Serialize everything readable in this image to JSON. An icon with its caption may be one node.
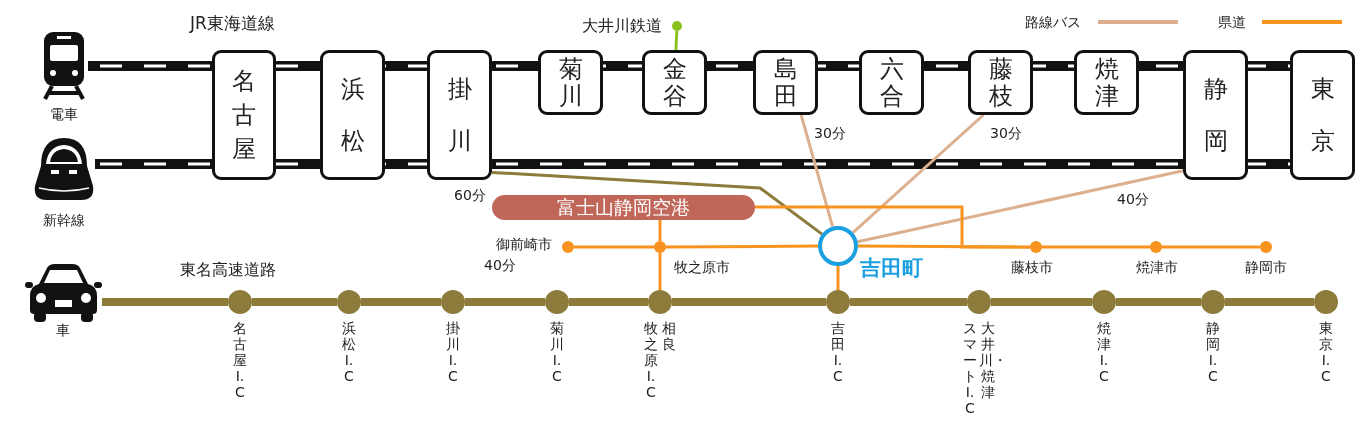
{
  "diagram": {
    "nodes": [
      {
        "text": [],
        "shape": "train",
        "beside": [
          "電車"
        ]
      },
      {
        "text": [],
        "shape": "circle",
        "beside": [
          "大井川鉄道"
        ]
      },
      {
        "text": [
          "名古屋"
        ]
      },
      {
        "text": [
          "浜松"
        ]
      },
      {
        "text": [
          "掛川"
        ]
      },
      {
        "text": [
          "菊川"
        ]
      },
      {
        "text": [
          "金谷"
        ]
      },
      {
        "text": [
          "島田"
        ]
      },
      {
        "text": [
          "六合"
        ]
      },
      {
        "text": [
          "藤枝"
        ]
      },
      {
        "text": [
          "焼津"
        ]
      },
      {
        "text": [
          "静岡"
        ]
      },
      {
        "text": [
          "東京"
        ]
      },
      {
        "text": [],
        "shape": "bullet-train",
        "beside": [
          "新幹線"
        ]
      },
      {
        "text": [
          "富士山静岡空港"
        ]
      },
      {
        "text": [],
        "shape": "circle",
        "beside": [
          "御前崎市",
          "40分"
        ]
      },
      {
        "text": [],
        "shape": "circle",
        "beside": [
          "牧之原市"
        ]
      },
      {
        "text": [],
        "shape": "circle",
        "beside": [
          "吉田町"
        ]
      },
      {
        "text": [],
        "shape": "circle",
        "beside": [
          "藤枝市"
        ]
      },
      {
        "text": [],
        "shape": "circle",
        "beside": [
          "焼津市"
        ]
      },
      {
        "text": [],
        "shape": "circle",
        "beside": [
          "静岡市"
        ]
      },
      {
        "text": [],
        "shape": "car",
        "beside": [
          "車"
        ]
      },
      {
        "text": [],
        "shape": "circle",
        "beside": [
          "名古屋I.C"
        ]
      },
      {
        "text": [],
        "shape": "circle",
        "beside": [
          "浜松I.C"
        ]
      },
      {
        "text": [],
        "shape": "circle",
        "beside": [
          "掛川I.C"
        ]
      },
      {
        "text": [],
        "shape": "circle",
        "beside": [
          "菊川I.C"
        ]
      },
      {
        "text": [],
        "shape": "circle",
        "beside": [
          "相良",
          "牧之原I.C"
        ]
      },
      {
        "text": [],
        "shape": "circle",
        "beside": [
          "吉田I.C"
        ]
      },
      {
        "text": [],
        "shape": "circle",
        "beside": [
          "大井川・焼津",
          "スマートI.C"
        ]
      },
      {
        "text": [],
        "shape": "circle",
        "beside": [
          "焼津I.C"
        ]
      },
      {
        "text": [],
        "shape": "circle",
        "beside": [
          "静岡I.C"
        ]
      },
      {
        "text": [],
        "shape": "circle",
        "beside": [
          "東京I.C"
        ]
      }
    ],
    "edges": [
      {
        "from": 0,
        "to": 2,
        "arrow": "none",
        "style": "thick"
      },
      {
        "from": 2,
        "to": 3,
        "arrow": "none",
        "style": "thick"
      },
      {
        "from": 3,
        "to": 4,
        "arrow": "none",
        "style": "thick"
      },
      {
        "from": 4,
        "to": 5,
        "arrow": "none",
        "style": "thick"
      },
      {
        "from": 5,
        "to": 6,
        "arrow": "none",
        "style": "thick"
      },
      {
        "from": 6,
        "to": 7,
        "arrow": "none",
        "style": "thick"
      },
      {
        "from": 7,
        "to": 8,
        "arrow": "none",
        "style": "thick"
      },
      {
        "from": 8,
        "to": 9,
        "arrow": "none",
        "style": "thick"
      },
      {
        "from": 9,
        "to": 10,
        "arrow": "none",
        "style": "thick"
      },
      {
        "from": 10,
        "to": 11,
        "arrow": "none",
        "style": "thick"
      },
      {
        "from": 11,
        "to": 12,
        "arrow": "none",
        "style": "thick"
      },
      {
        "from": 13,
        "to": 2,
        "arrow": "none",
        "style": "thick"
      },
      {
        "from": 2,
        "to": 3,
        "arrow": "none",
        "style": "thick"
      },
      {
        "from": 3,
        "to": 4,
        "arrow": "none",
        "style": "thick"
      },
      {
        "from": 4,
        "to": 11,
        "arrow": "none",
        "style": "thick"
      },
      {
        "from": 11,
        "to": 12,
        "arrow": "none",
        "style": "thick"
      },
      {
        "from": 1,
        "to": 6,
        "arrow": "none",
        "color": "#8cc21f"
      },
      {
        "from": 4,
        "to": 17,
        "arrow": "none",
        "label": "60分",
        "color": "#8c7b3a"
      },
      {
        "from": 7,
        "to": 17,
        "arrow": "none",
        "label": "30分",
        "color": "#dcb08e"
      },
      {
        "from": 9,
        "to": 17,
        "arrow": "none",
        "label": "30分",
        "color": "#dcb08e"
      },
      {
        "from": 11,
        "to": 17,
        "arrow": "none",
        "label": "40分",
        "color": "#dcb08e"
      },
      {
        "from": 15,
        "to": 16,
        "arrow": "none",
        "color": "#f7931e"
      },
      {
        "from": 16,
        "to": 17,
        "arrow": "none",
        "color": "#f7931e"
      },
      {
        "from": 17,
        "to": 18,
        "arrow": "none",
        "color": "#f7931e"
      },
      {
        "from": 18,
        "to": 19,
        "arrow": "none",
        "color": "#f7931e"
      },
      {
        "from": 19,
        "to": 20,
        "arrow": "none",
        "color": "#f7931e"
      },
      {
        "from": 14,
        "to": 16,
        "arrow": "none",
        "color": "#f7931e"
      },
      {
        "from": 14,
        "to": 18,
        "arrow": "none",
        "color": "#f7931e"
      },
      {
        "from": 16,
        "to": 26,
        "arrow": "none",
        "color": "#f7931e"
      },
      {
        "from": 17,
        "to": 27,
        "arrow": "none",
        "color": "#f7931e"
      },
      {
        "from": 21,
        "to": 22,
        "arrow": "none",
        "style": "thick",
        "color": "#8c7b3a"
      },
      {
        "from": 22,
        "to": 23,
        "arrow": "none",
        "style": "thick",
        "color": "#8c7b3a"
      },
      {
        "from": 23,
        "to": 24,
        "arrow": "none",
        "style": "thick",
        "color": "#8c7b3a"
      },
      {
        "from": 24,
        "to": 25,
        "arrow": "none",
        "style": "thick",
        "color": "#8c7b3a"
      },
      {
        "from": 25,
        "to": 26,
        "arrow": "none",
        "style": "thick",
        "color": "#8c7b3a"
      },
      {
        "from": 26,
        "to": 27,
        "arrow": "none",
        "style": "thick",
        "color": "#8c7b3a"
      },
      {
        "from": 27,
        "to": 28,
        "arrow": "none",
        "style": "thick",
        "color": "#8c7b3a"
      },
      {
        "from": 28,
        "to": 29,
        "arrow": "none",
        "style": "thick",
        "color": "#8c7b3a"
      },
      {
        "from": 29,
        "to": 30,
        "arrow": "none",
        "style": "thick",
        "color": "#8c7b3a"
      },
      {
        "from": 30,
        "to": 31,
        "arrow": "none",
        "style": "thick",
        "color": "#8c7b3a"
      }
    ],
    "labels": [
      "JR東海道線",
      "東名高速道路"
    ],
    "legend": [
      {
        "text": "路線バス"
      },
      {
        "text": "県道"
      }
    ]
  }
}
